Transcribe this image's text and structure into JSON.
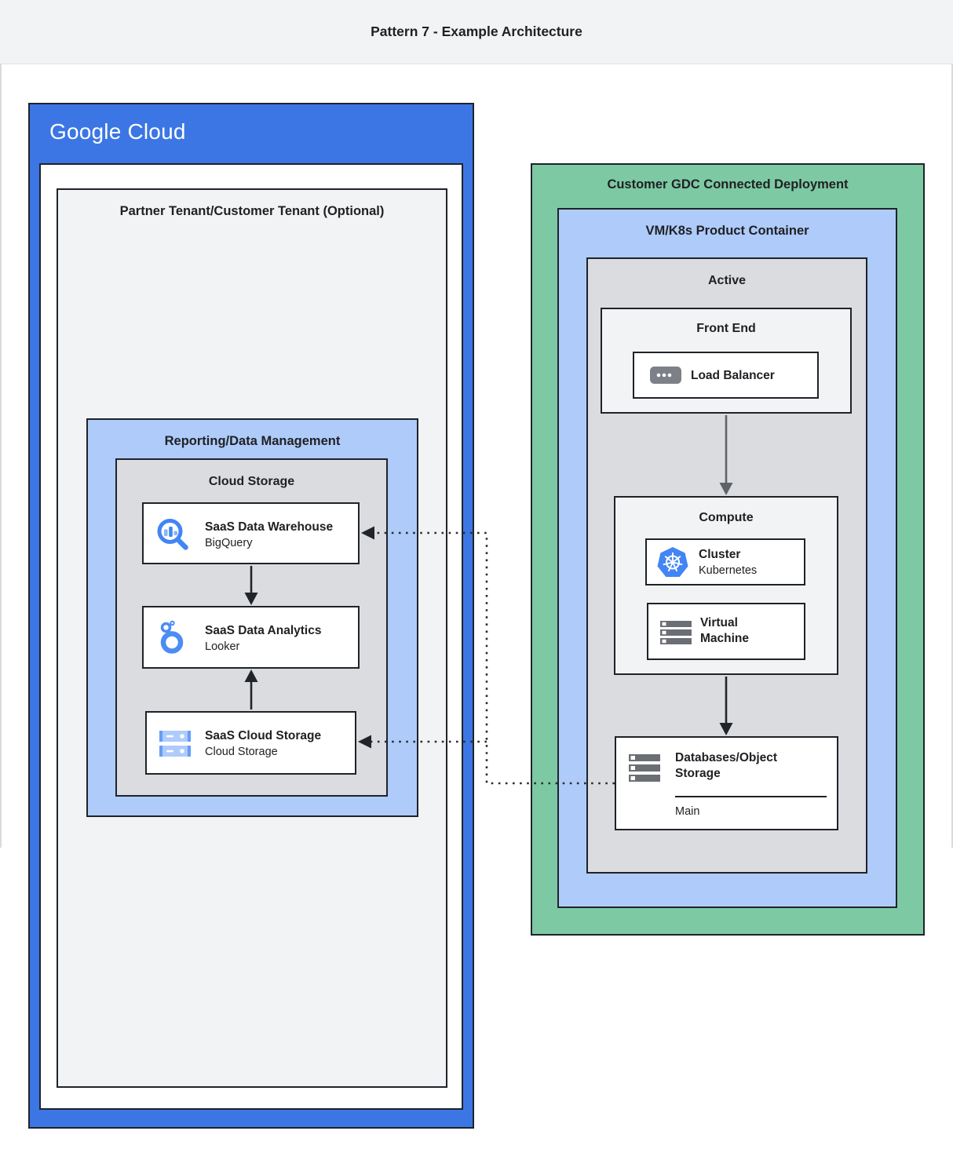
{
  "header": {
    "title": "Pattern 7 - Example Architecture"
  },
  "google_cloud": {
    "logo_text": "Google Cloud",
    "partner_tenant_title": "Partner Tenant/Customer Tenant (Optional)",
    "reporting_title": "Reporting/Data Management",
    "cloud_storage_title": "Cloud Storage",
    "nodes": {
      "warehouse": {
        "title": "SaaS Data Warehouse",
        "subtitle": "BigQuery",
        "icon": "bigquery-icon"
      },
      "analytics": {
        "title": "SaaS Data Analytics",
        "subtitle": "Looker",
        "icon": "looker-icon"
      },
      "storage": {
        "title": "SaaS Cloud Storage",
        "subtitle": "Cloud Storage",
        "icon": "cloud-storage-icon"
      }
    }
  },
  "gdc": {
    "title": "Customer GDC Connected Deployment",
    "vmk8s_title": "VM/K8s Product Container",
    "active_title": "Active",
    "front_end": {
      "title": "Front End",
      "load_balancer": {
        "title": "Load Balancer",
        "icon": "load-balancer-icon"
      }
    },
    "compute": {
      "title": "Compute",
      "cluster": {
        "title": "Cluster",
        "subtitle": "Kubernetes",
        "icon": "kubernetes-icon"
      },
      "vm": {
        "title": "Virtual Machine",
        "icon": "virtual-machine-icon"
      }
    },
    "database": {
      "title": "Databases/Object Storage",
      "section_label": "Main",
      "icon": "database-servers-icon"
    }
  },
  "colors": {
    "google_cloud_blue": "#3B76E4",
    "container_light_blue": "#AECBFA",
    "gdc_green": "#7DC9A4",
    "container_gray": "#DADCE0",
    "panel_light_gray": "#F1F3F4",
    "border_dark": "#1F2328",
    "arrow_gray": "#5F6368",
    "icon_blue": "#4285F4",
    "icon_light_blue": "#8AB4F8"
  }
}
